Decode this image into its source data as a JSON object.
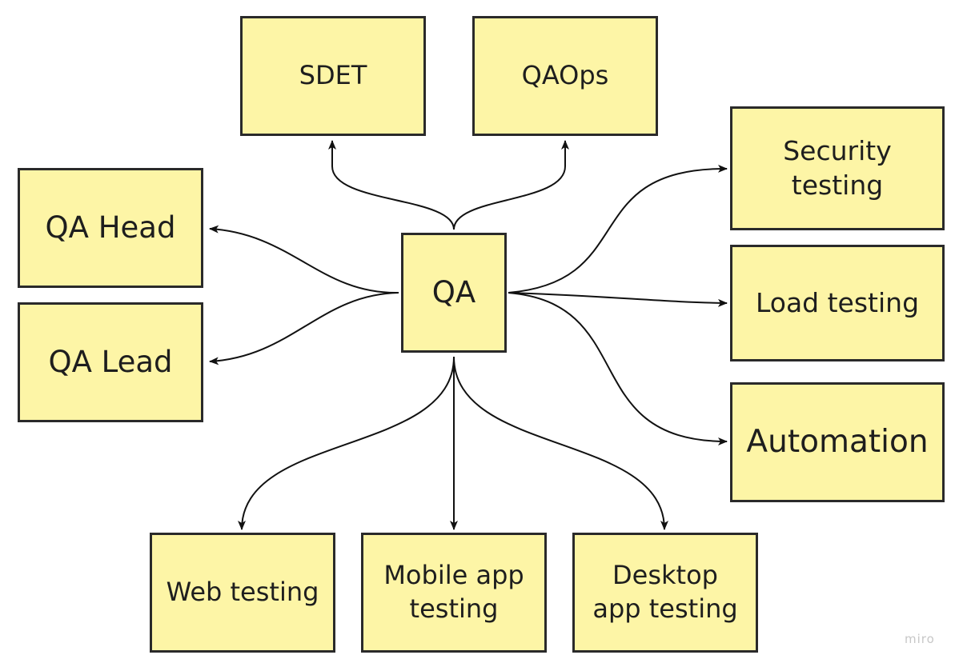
{
  "diagram": {
    "node_fill": "#fdf5a6",
    "border_color": "#2a2a2a",
    "edge_color": "#111111",
    "nodes": {
      "qa": "QA",
      "sdet": "SDET",
      "qaops": "QAOps",
      "qa_head": "QA Head",
      "qa_lead": "QA Lead",
      "security_testing": "Security\ntesting",
      "load_testing": "Load testing",
      "automation": "Automation",
      "web_testing": "Web testing",
      "mobile_app_testing": "Mobile app\ntesting",
      "desktop_app_testing": "Desktop\napp testing"
    },
    "edges": [
      {
        "from": "qa",
        "to": "sdet"
      },
      {
        "from": "qa",
        "to": "qaops"
      },
      {
        "from": "qa",
        "to": "qa_head"
      },
      {
        "from": "qa",
        "to": "qa_lead"
      },
      {
        "from": "qa",
        "to": "security_testing"
      },
      {
        "from": "qa",
        "to": "load_testing"
      },
      {
        "from": "qa",
        "to": "automation"
      },
      {
        "from": "qa",
        "to": "web_testing"
      },
      {
        "from": "qa",
        "to": "mobile_app_testing"
      },
      {
        "from": "qa",
        "to": "desktop_app_testing"
      }
    ]
  },
  "watermark": "miro"
}
